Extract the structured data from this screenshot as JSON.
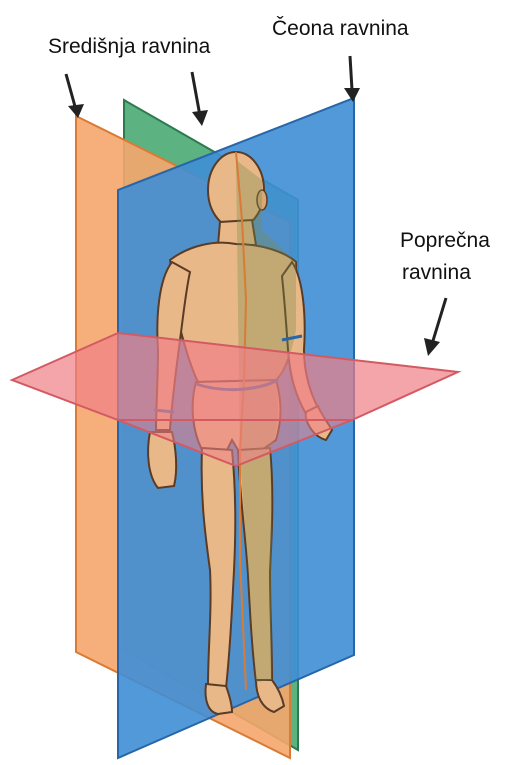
{
  "labels": {
    "sagittal": "Središnja ravnina",
    "frontal": "Čeona ravnina",
    "transverse_line1": "Poprečna",
    "transverse_line2": "ravnina"
  },
  "colors": {
    "sagittal_plane": "#f5a66b",
    "frontal_plane": "#3f8ed6",
    "coronal_plane_green": "#3fa56b",
    "transverse_plane": "#f07f86",
    "skin": "#e9b889",
    "skin_shadow": "#b98f66",
    "outline": "#5a3b26",
    "arrow": "#222222"
  }
}
